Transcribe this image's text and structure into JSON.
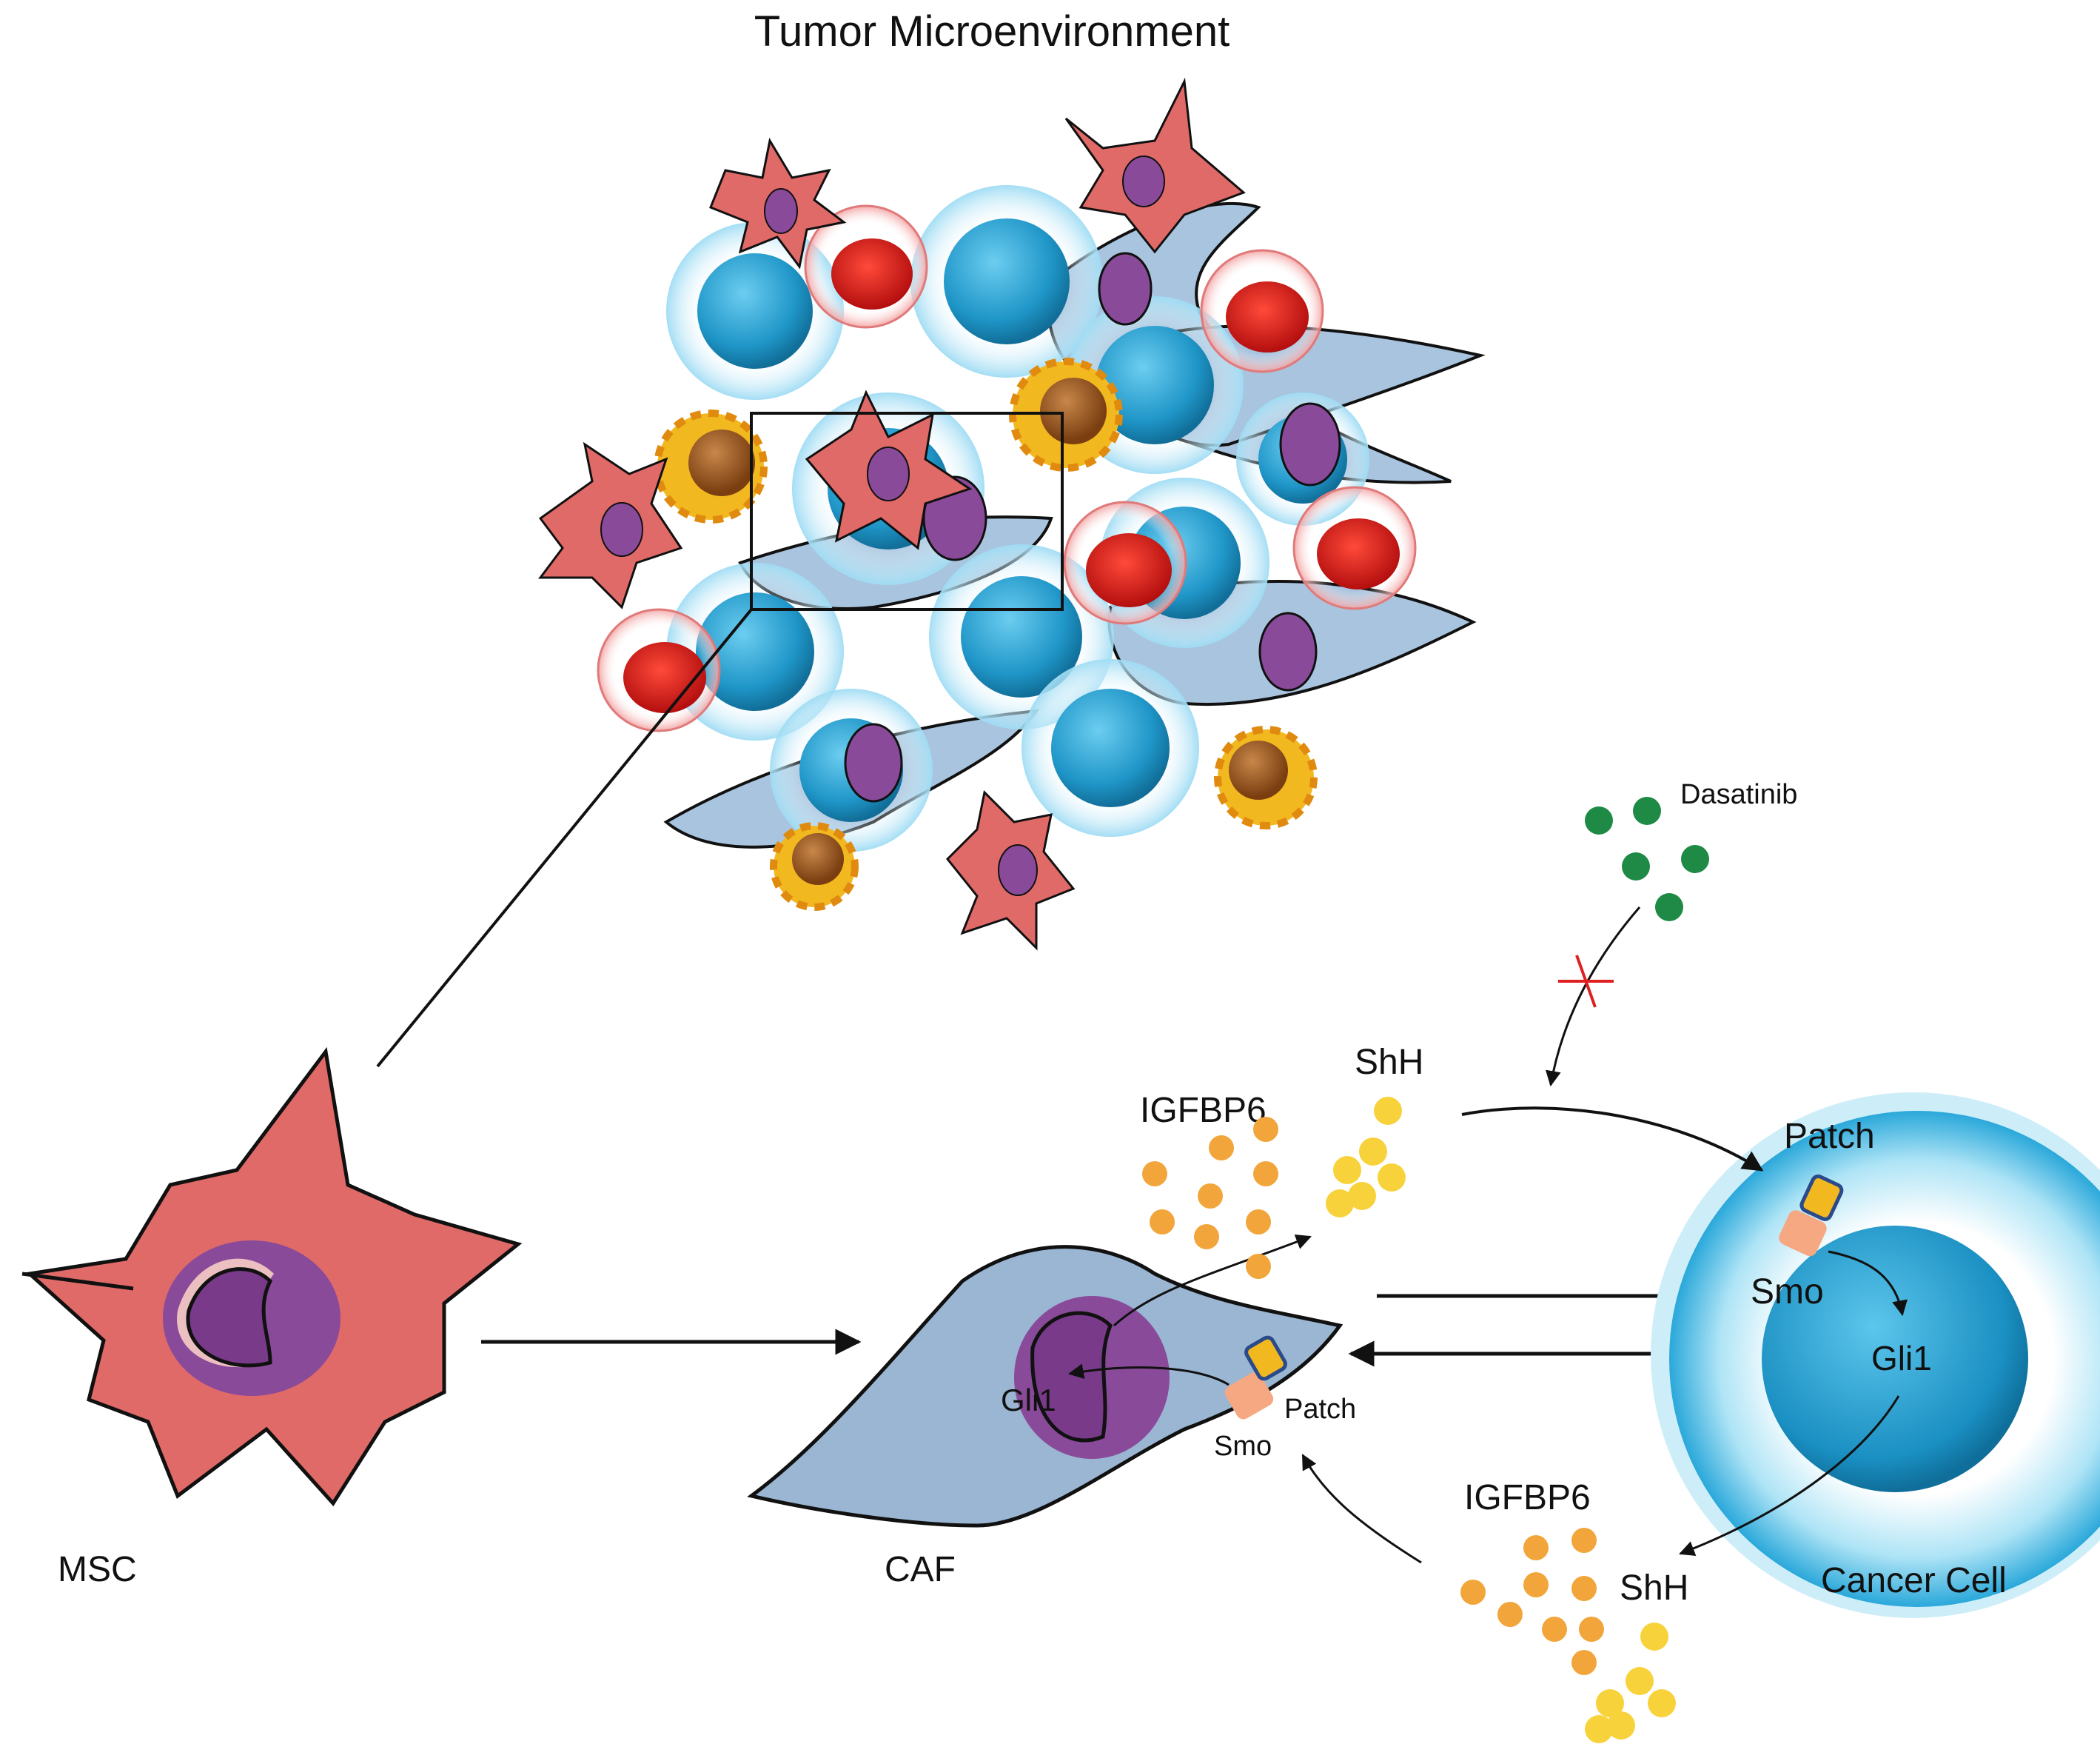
{
  "title": "Tumor Microenvironment",
  "labels": {
    "msc": "MSC",
    "caf": "CAF",
    "cancer_cell": "Cancer Cell",
    "dasatinib": "Dasatinib",
    "igfbp6_top": "IGFBP6",
    "shh_top": "ShH",
    "patch_cancer": "Patch",
    "smo_cancer": "Smo",
    "gli1_cancer": "Gli1",
    "gli1_caf": "Gli1",
    "patch_caf": "Patch",
    "smo_caf": "Smo",
    "igfbp6_bottom": "IGFBP6",
    "shh_bottom": "ShH"
  },
  "colors": {
    "msc_body": "#e06a68",
    "nucleus": "#8a4a9a",
    "caf_body": "#9ab6d2",
    "cancer_cell": "#29a6d8",
    "red_blood_cell": "#d8201c",
    "immune_cell": "#f2b820",
    "igfbp6_dots": "#f2a53a",
    "shh_dots": "#f8d23a",
    "dasatinib_dots": "#1e8a46",
    "inhibition_mark": "#e02020"
  }
}
